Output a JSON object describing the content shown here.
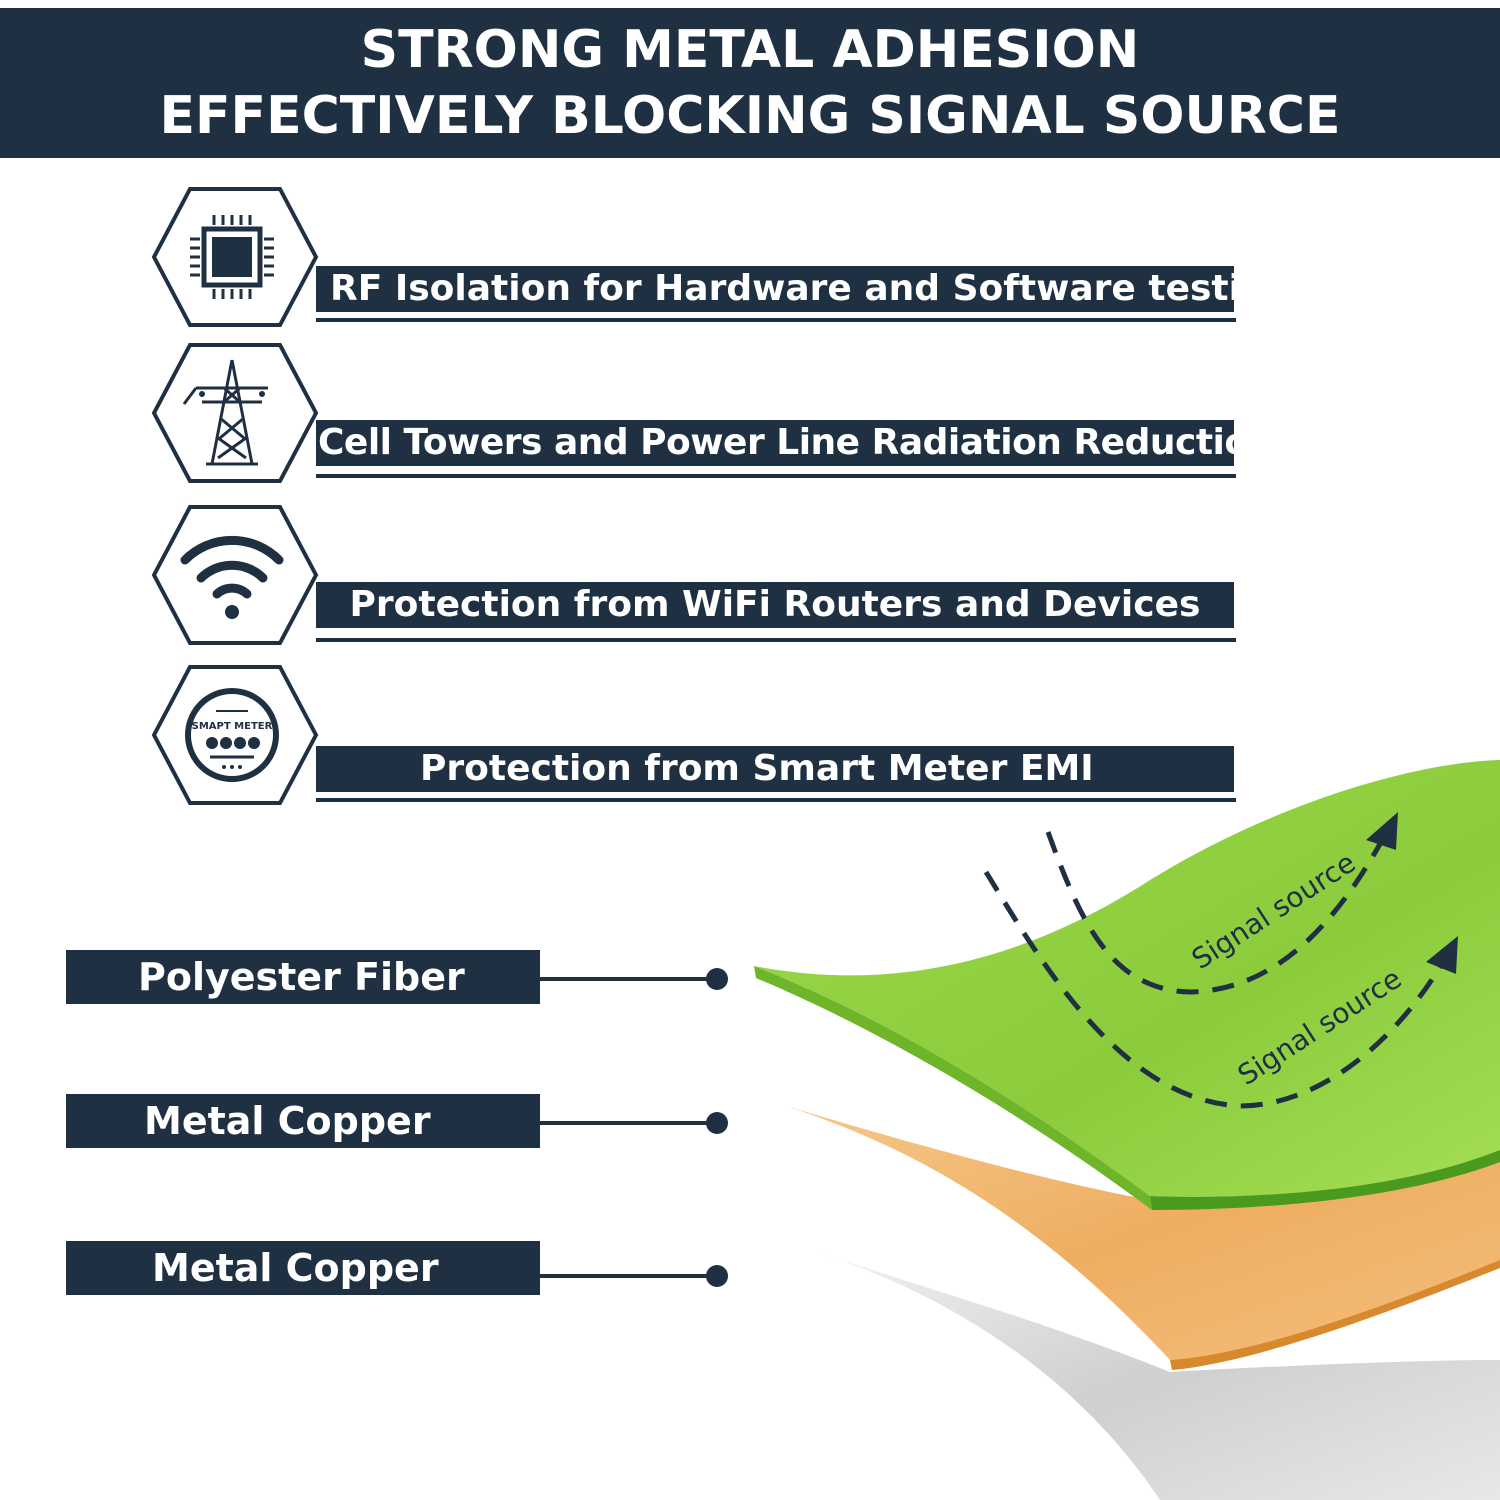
{
  "header": {
    "line1": "STRONG METAL ADHESION",
    "line2": "EFFECTIVELY BLOCKING SIGNAL SOURCE"
  },
  "features": [
    {
      "label": "RF Isolation for Hardware and Software testing",
      "icon": "chip-icon"
    },
    {
      "label": "Cell Towers and Power Line Radiation Reduction",
      "icon": "power-tower-icon"
    },
    {
      "label": "Protection from WiFi Routers and Devices",
      "icon": "wifi-icon"
    },
    {
      "label": "Protection from Smart Meter EMI",
      "icon": "smart-meter-icon",
      "icon_text": "SMAPT METER"
    }
  ],
  "layers": [
    {
      "label": "Polyester Fiber"
    },
    {
      "label": "Metal Copper"
    },
    {
      "label": "Metal Copper"
    }
  ],
  "graphic": {
    "arrow_text_1": "Signal source",
    "arrow_text_2": "Signal source"
  },
  "colors": {
    "navy": "#1f3042",
    "green": "#8fd13a",
    "copper": "#f0b066",
    "silver": "#d9d9d9"
  }
}
